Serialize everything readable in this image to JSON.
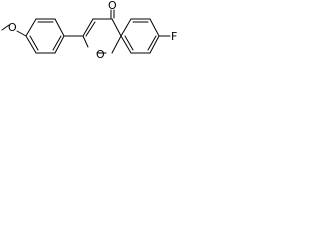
{
  "molecule": {
    "atoms": {
      "carbonyl_oxygen": "O",
      "ring_oxygen": "O",
      "fluorine": "F",
      "methoxy_group": "O"
    },
    "colors": {
      "bond": "#000000",
      "label": "#000000",
      "background": "#ffffff"
    }
  }
}
